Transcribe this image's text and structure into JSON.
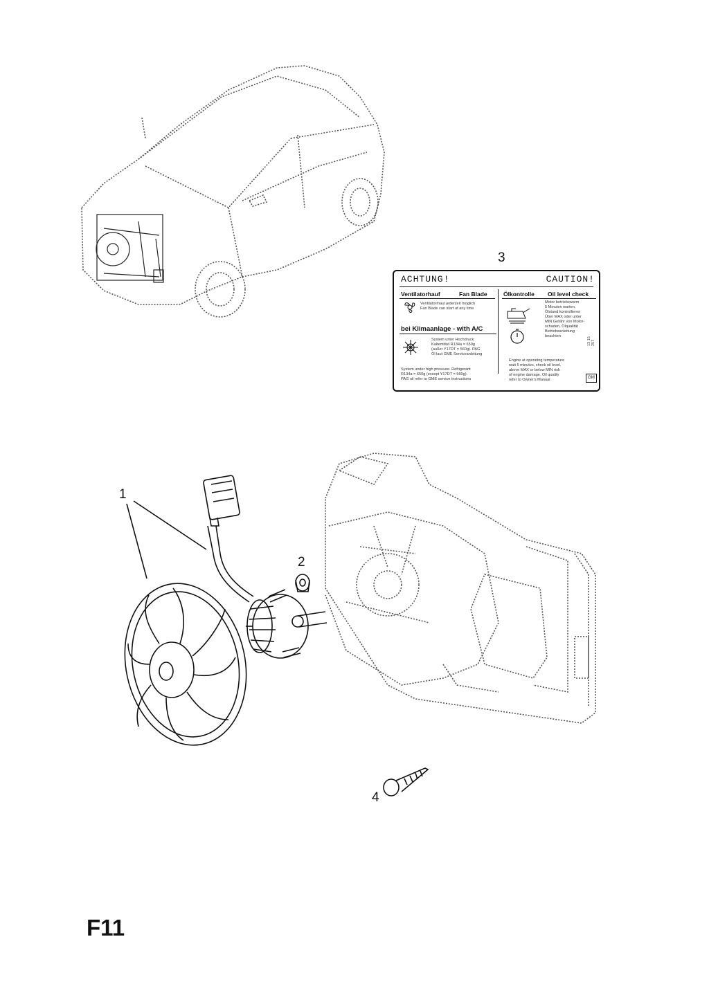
{
  "callouts": [
    "1",
    "2",
    "3",
    "4"
  ],
  "page_code": "F11",
  "label": {
    "header_left": "ACHTUNG!",
    "header_right": "CAUTION!",
    "fan_de": "Ventilatorhauf",
    "fan_en": "Fan Blade",
    "fan_text": "Ventilatorrhaul jederzeit moglich\nFan Blade can start at any time",
    "ac_title": "bei Klimaanlage - with A/C",
    "ac_text_de": "System unter Hochdruck\nKaltemittel R134a = 650g\n(außer Y17DT = 560g). PAG\nÖl laut GME Serviceanleitung",
    "ac_text_en": "System under high pressure. Refrigerant\nR134a = 650g (except Y17DT = 560g).\nPAG oil refer to GME service instructions",
    "oil_de": "Ölkontrolle",
    "oil_en": "Oil level check",
    "oil_text_de": "Motor betriebswarm\n5 Minuten warten,\nÖlstand kontrollieren\nÜber MAX oder unter\nMIN Gefahr von Motor-\nschaden, Ölqualität\nBetriebsanleitung\nbeachten",
    "oil_text_en": "Engine at operating temperature\nwait 5 minutes, check oil level,\nabove MAX or below MIN risk\nof engine damage. Oil quality\nrefer to Owner's Manual",
    "code": "13 15 257",
    "brand": "GM"
  }
}
